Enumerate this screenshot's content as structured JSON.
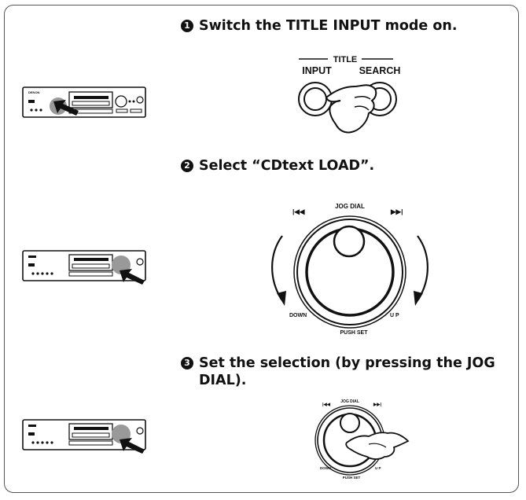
{
  "steps": [
    {
      "number": "1",
      "text": "Switch the TITLE INPUT mode on."
    },
    {
      "number": "2",
      "text": "Select “CDtext LOAD”."
    },
    {
      "number": "3",
      "text": "Set the selection (by pressing the JOG DIAL)."
    }
  ],
  "title_buttons": {
    "group_label": "TITLE",
    "input_label": "INPUT",
    "search_label": "SEARCH"
  },
  "jog_dial": {
    "name": "JOG DIAL",
    "prev": "|◀◀",
    "next": "▶▶|",
    "down": "DOWN",
    "up": "U P",
    "push": "PUSH SET"
  },
  "device_brand": "DENON",
  "icons": [
    "hand-press-icon",
    "arrow-press-icon",
    "rotate-ccw-arrow-icon",
    "rotate-cw-arrow-icon"
  ]
}
